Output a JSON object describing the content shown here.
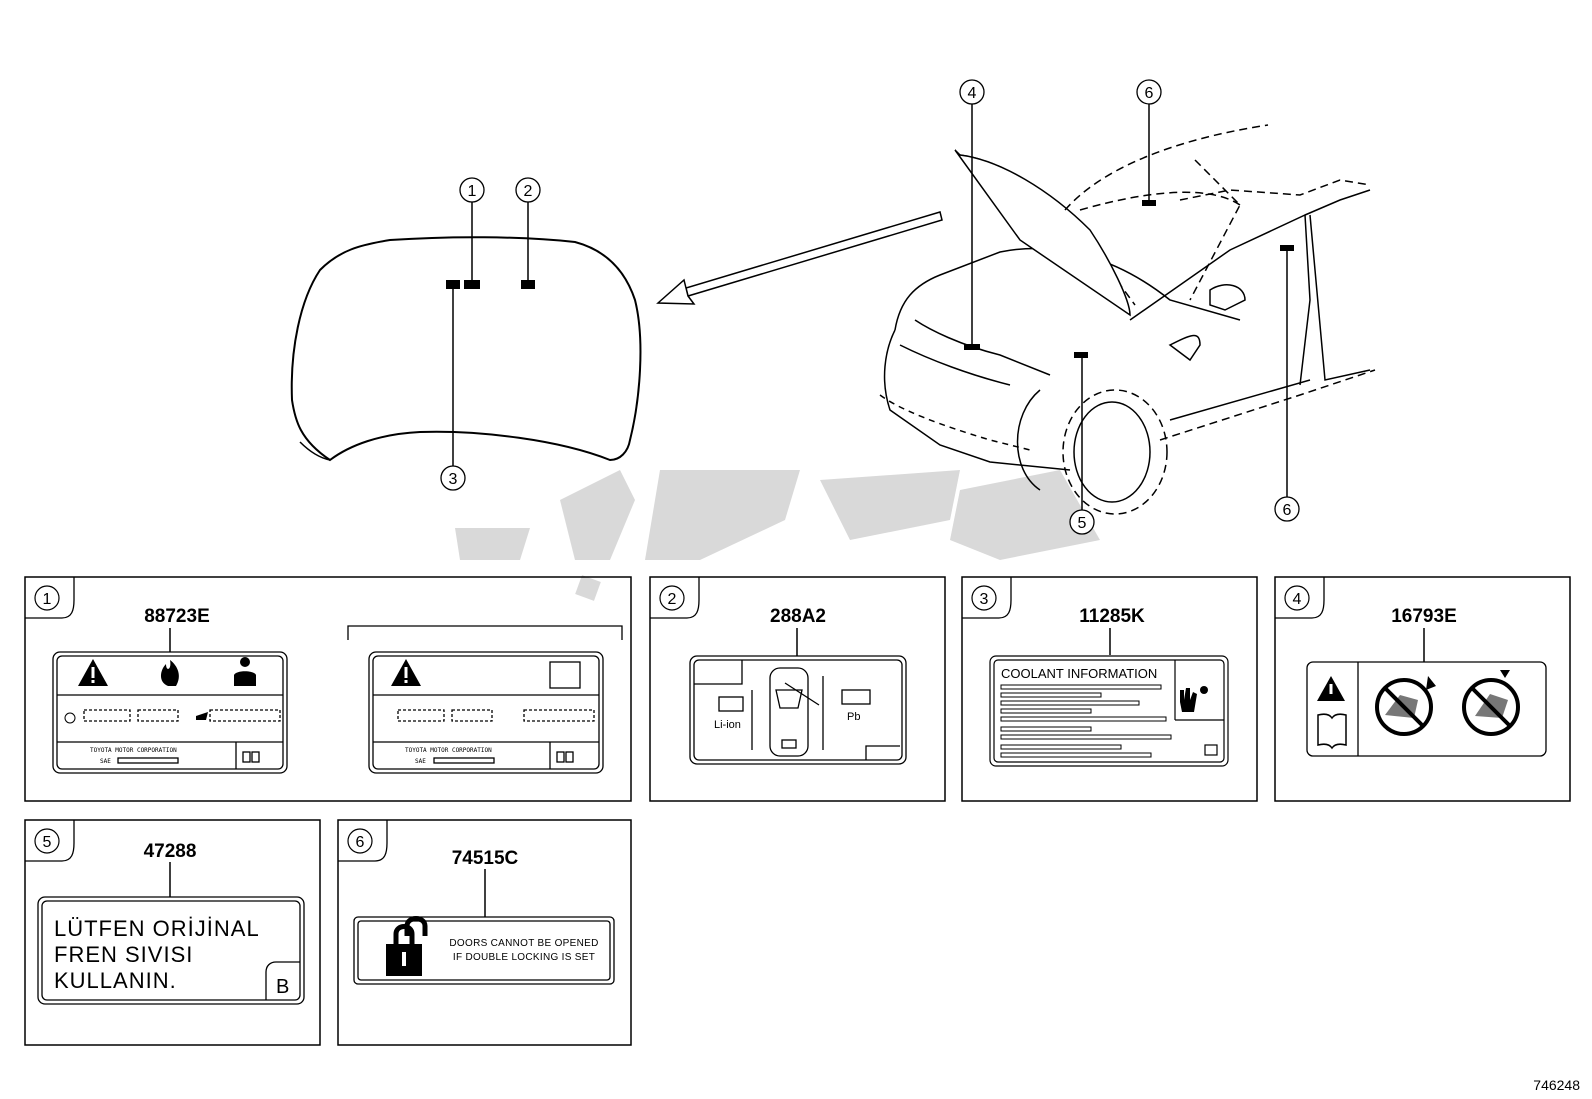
{
  "diagram_id": "746248",
  "callouts": [
    "1",
    "2",
    "3",
    "4",
    "5",
    "6"
  ],
  "panels": [
    {
      "num": "1",
      "part": "88723E",
      "brand_line": "TOYOTA MOTOR CORPORATION",
      "code_small": "SAE"
    },
    {
      "num": "2",
      "part": "288A2",
      "li_label": "Li-ion",
      "pb_label": "Pb"
    },
    {
      "num": "3",
      "part": "11285K",
      "heading": "COOLANT INFORMATION"
    },
    {
      "num": "4",
      "part": "16793E"
    },
    {
      "num": "5",
      "part": "47288",
      "lines": [
        "LÜTFEN ORİJİNAL",
        "FREN SIVISI",
        "KULLANIN."
      ],
      "variant": "B"
    },
    {
      "num": "6",
      "part": "74515C",
      "lines": [
        "DOORS CANNOT BE OPENED",
        "IF DOUBLE LOCKING IS SET"
      ]
    }
  ]
}
